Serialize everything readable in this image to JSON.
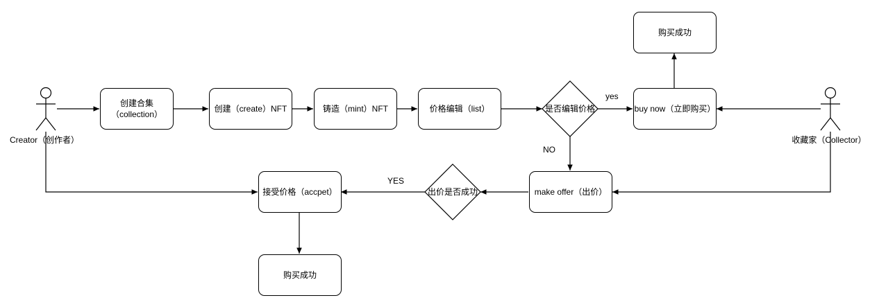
{
  "actors": {
    "creator": "Creator（创作者）",
    "collector": "收藏家（Collector）"
  },
  "boxes": {
    "create_collection": "创建合集\n（collection）",
    "create_nft": "创建（create）NFT",
    "mint_nft": "铸造（mint）NFT",
    "edit_price": "价格编辑（list）",
    "buy_now": "buy now（立即购买）",
    "purchase_success_top": "购买成功",
    "make_offer": "make offer（出价）",
    "accept_price": "接受价格（accpet）",
    "purchase_success_bottom": "购买成功"
  },
  "decisions": {
    "edit_price_check": "是否编辑价格",
    "offer_check": "出价是否成功"
  },
  "edge_labels": {
    "yes_lower": "yes",
    "no": "NO",
    "yes_upper": "YES"
  }
}
